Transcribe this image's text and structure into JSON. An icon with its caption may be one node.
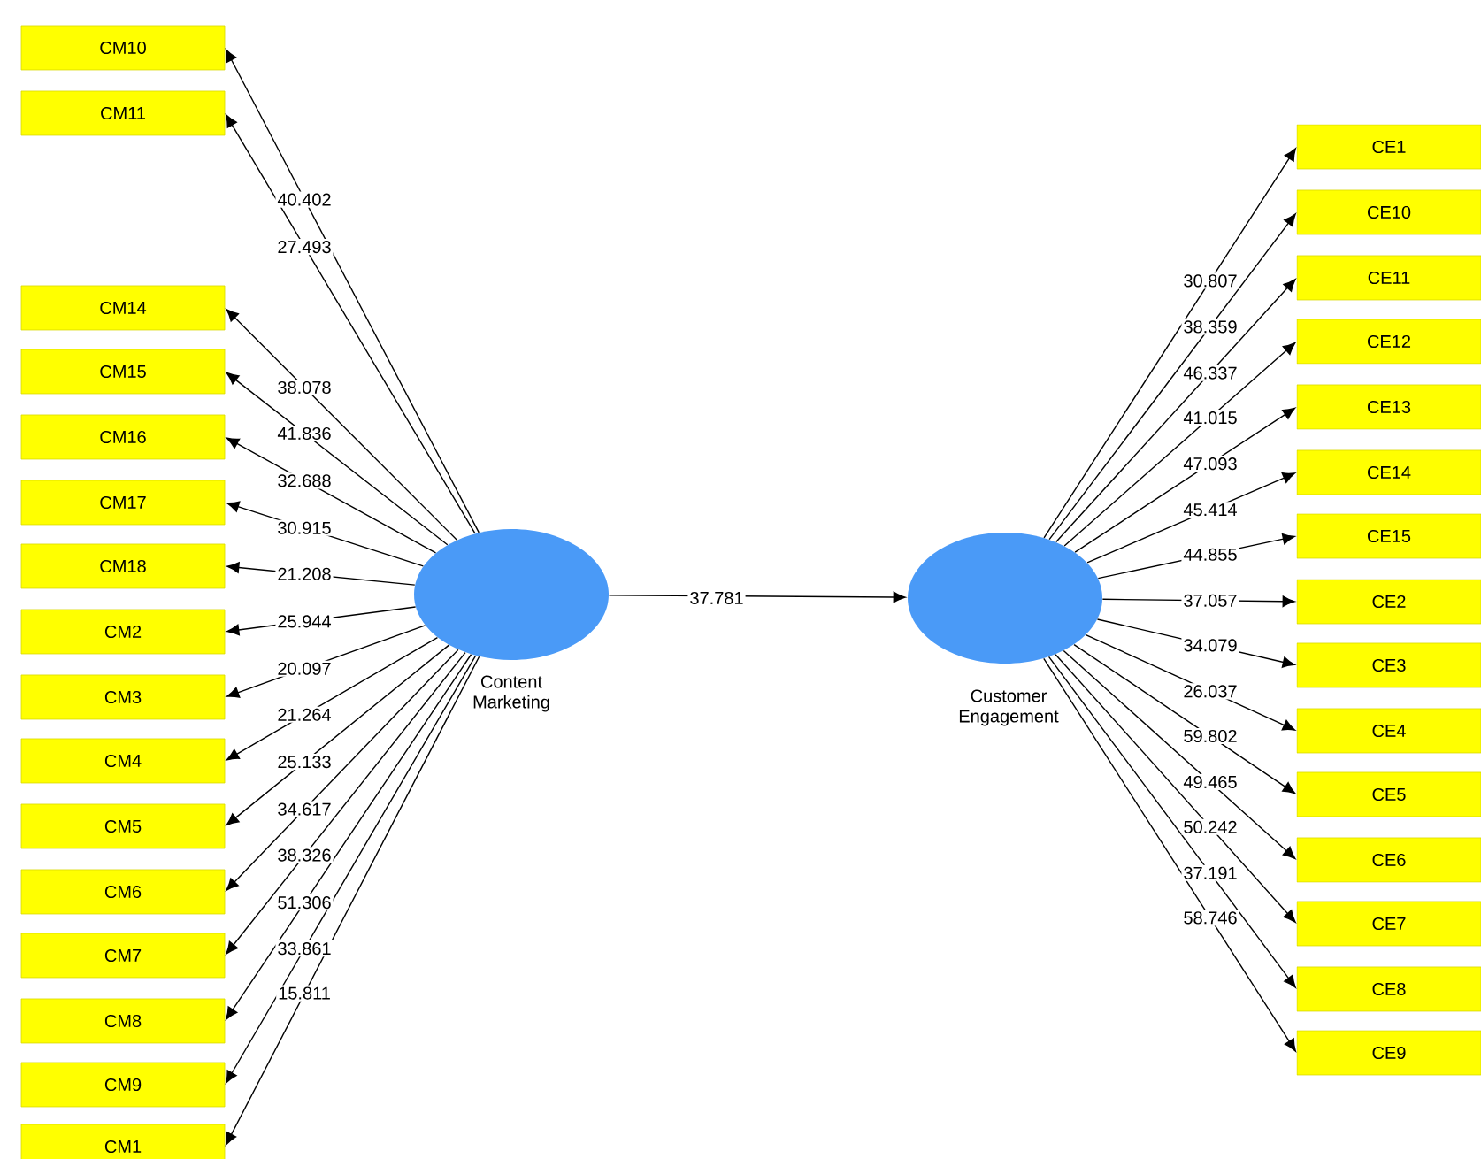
{
  "diagram": {
    "nodes": [
      {
        "text": [
          "Content Marketing"
        ]
      },
      {
        "text": [
          "Customer Engagement"
        ]
      },
      {
        "text": [
          "CM10"
        ]
      },
      {
        "text": [
          "CM11"
        ]
      },
      {
        "text": [
          "CM14"
        ]
      },
      {
        "text": [
          "CM15"
        ]
      },
      {
        "text": [
          "CM16"
        ]
      },
      {
        "text": [
          "CM17"
        ]
      },
      {
        "text": [
          "CM18"
        ]
      },
      {
        "text": [
          "CM2"
        ]
      },
      {
        "text": [
          "CM3"
        ]
      },
      {
        "text": [
          "CM4"
        ]
      },
      {
        "text": [
          "CM5"
        ]
      },
      {
        "text": [
          "CM6"
        ]
      },
      {
        "text": [
          "CM7"
        ]
      },
      {
        "text": [
          "CM8"
        ]
      },
      {
        "text": [
          "CM9"
        ]
      },
      {
        "text": [
          "CM1"
        ]
      },
      {
        "text": [
          "CE1"
        ]
      },
      {
        "text": [
          "CE10"
        ]
      },
      {
        "text": [
          "CE11"
        ]
      },
      {
        "text": [
          "CE12"
        ]
      },
      {
        "text": [
          "CE13"
        ]
      },
      {
        "text": [
          "CE14"
        ]
      },
      {
        "text": [
          "CE15"
        ]
      },
      {
        "text": [
          "CE2"
        ]
      },
      {
        "text": [
          "CE3"
        ]
      },
      {
        "text": [
          "CE4"
        ]
      },
      {
        "text": [
          "CE5"
        ]
      },
      {
        "text": [
          "CE6"
        ]
      },
      {
        "text": [
          "CE7"
        ]
      },
      {
        "text": [
          "CE8"
        ]
      },
      {
        "text": [
          "CE9"
        ]
      }
    ],
    "edges": [
      {
        "from": 0,
        "to": 1,
        "arrow": "to",
        "label": "37.781"
      },
      {
        "from": 0,
        "to": 2,
        "arrow": "to",
        "label": "40.402"
      },
      {
        "from": 0,
        "to": 3,
        "arrow": "to",
        "label": "27.493"
      },
      {
        "from": 0,
        "to": 4,
        "arrow": "to",
        "label": "38.078"
      },
      {
        "from": 0,
        "to": 5,
        "arrow": "to",
        "label": "41.836"
      },
      {
        "from": 0,
        "to": 6,
        "arrow": "to",
        "label": "32.688"
      },
      {
        "from": 0,
        "to": 7,
        "arrow": "to",
        "label": "30.915"
      },
      {
        "from": 0,
        "to": 8,
        "arrow": "to",
        "label": "21.208"
      },
      {
        "from": 0,
        "to": 9,
        "arrow": "to",
        "label": "25.944"
      },
      {
        "from": 0,
        "to": 10,
        "arrow": "to",
        "label": "20.097"
      },
      {
        "from": 0,
        "to": 11,
        "arrow": "to",
        "label": "21.264"
      },
      {
        "from": 0,
        "to": 12,
        "arrow": "to",
        "label": "25.133"
      },
      {
        "from": 0,
        "to": 13,
        "arrow": "to",
        "label": "34.617"
      },
      {
        "from": 0,
        "to": 14,
        "arrow": "to",
        "label": "38.326"
      },
      {
        "from": 0,
        "to": 15,
        "arrow": "to",
        "label": "51.306"
      },
      {
        "from": 0,
        "to": 16,
        "arrow": "to",
        "label": "33.861"
      },
      {
        "from": 0,
        "to": 17,
        "arrow": "to",
        "label": "15.811"
      },
      {
        "from": 1,
        "to": 18,
        "arrow": "to",
        "label": "30.807"
      },
      {
        "from": 1,
        "to": 19,
        "arrow": "to",
        "label": "38.359"
      },
      {
        "from": 1,
        "to": 20,
        "arrow": "to",
        "label": "46.337"
      },
      {
        "from": 1,
        "to": 21,
        "arrow": "to",
        "label": "41.015"
      },
      {
        "from": 1,
        "to": 22,
        "arrow": "to",
        "label": "47.093"
      },
      {
        "from": 1,
        "to": 23,
        "arrow": "to",
        "label": "45.414"
      },
      {
        "from": 1,
        "to": 24,
        "arrow": "to",
        "label": "44.855"
      },
      {
        "from": 1,
        "to": 25,
        "arrow": "to",
        "label": "37.057"
      },
      {
        "from": 1,
        "to": 26,
        "arrow": "to",
        "label": "34.079"
      },
      {
        "from": 1,
        "to": 27,
        "arrow": "to",
        "label": "26.037"
      },
      {
        "from": 1,
        "to": 28,
        "arrow": "to",
        "label": "59.802"
      },
      {
        "from": 1,
        "to": 29,
        "arrow": "to",
        "label": "49.465"
      },
      {
        "from": 1,
        "to": 30,
        "arrow": "to",
        "label": "50.242"
      },
      {
        "from": 1,
        "to": 31,
        "arrow": "to",
        "label": "37.191"
      },
      {
        "from": 1,
        "to": 32,
        "arrow": "to",
        "label": "58.746"
      }
    ]
  }
}
